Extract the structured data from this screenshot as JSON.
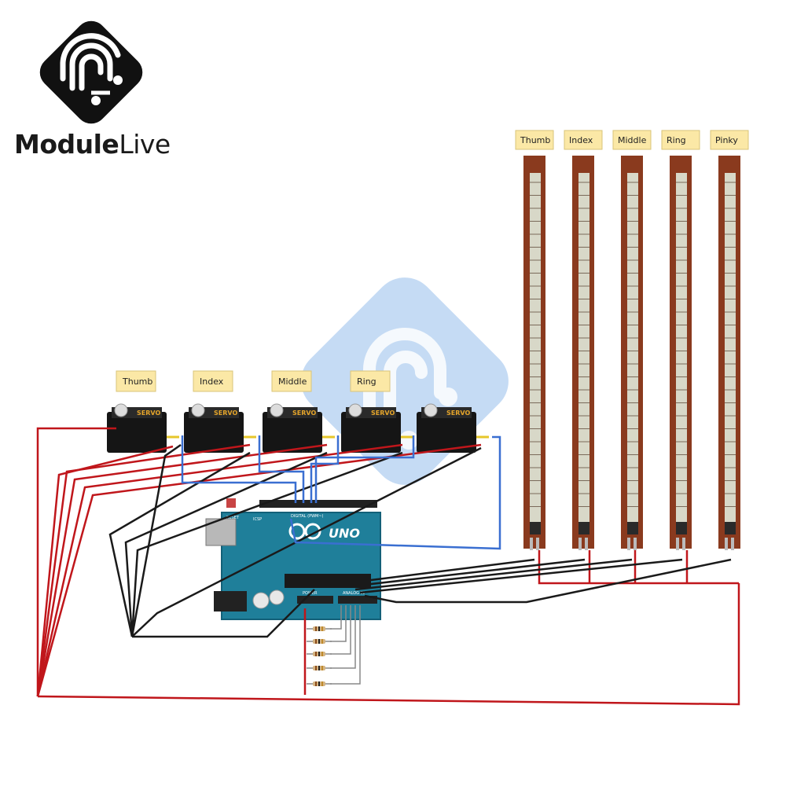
{
  "brand": {
    "name_bold": "Module",
    "name_light": "Live"
  },
  "servo": {
    "label": "SERVO",
    "fingers": [
      "Thumb",
      "Index",
      "Middle",
      "Ring",
      ""
    ]
  },
  "flex": {
    "fingers": [
      "Thumb",
      "Index",
      "Middle",
      "Ring",
      "Pinky"
    ]
  },
  "arduino": {
    "brand_text": "UNO",
    "reset_label": "RESET",
    "icsp_label": "ICSP",
    "power_label": "POWER",
    "analog_label": "ANALOG IN",
    "digital_label": "DIGITAL (PWM~)"
  },
  "colors": {
    "board": "#1f7f9a",
    "board_dark": "#136078",
    "wire_red": "#c0161b",
    "wire_black": "#1a1a1a",
    "wire_blue": "#3a6fd1",
    "flex_brown": "#8a3a1e",
    "note_yellow": "#fbe8a6"
  }
}
